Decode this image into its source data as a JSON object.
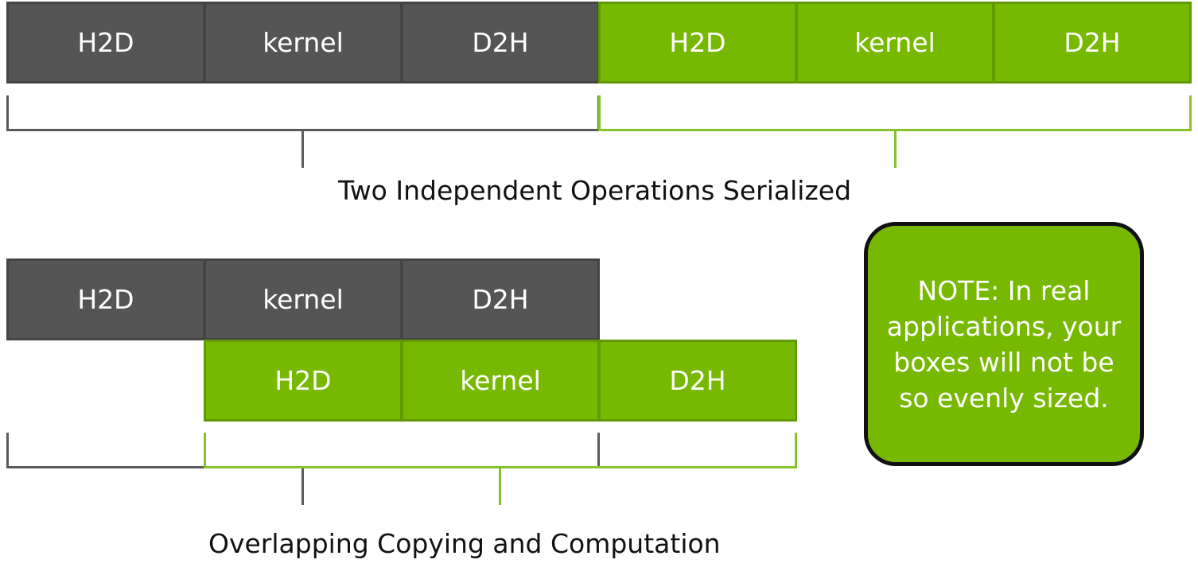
{
  "serialized": {
    "gray": [
      "H2D",
      "kernel",
      "D2H"
    ],
    "green": [
      "H2D",
      "kernel",
      "D2H"
    ],
    "caption": "Two Independent Operations Serialized"
  },
  "overlapped": {
    "gray": [
      "H2D",
      "kernel",
      "D2H"
    ],
    "green": [
      "H2D",
      "kernel",
      "D2H"
    ],
    "caption": "Overlapping Copying and Computation"
  },
  "note": "NOTE: In real applications, your boxes will not be so evenly sized.",
  "colors": {
    "gray": "#555555",
    "green": "#77b900"
  }
}
